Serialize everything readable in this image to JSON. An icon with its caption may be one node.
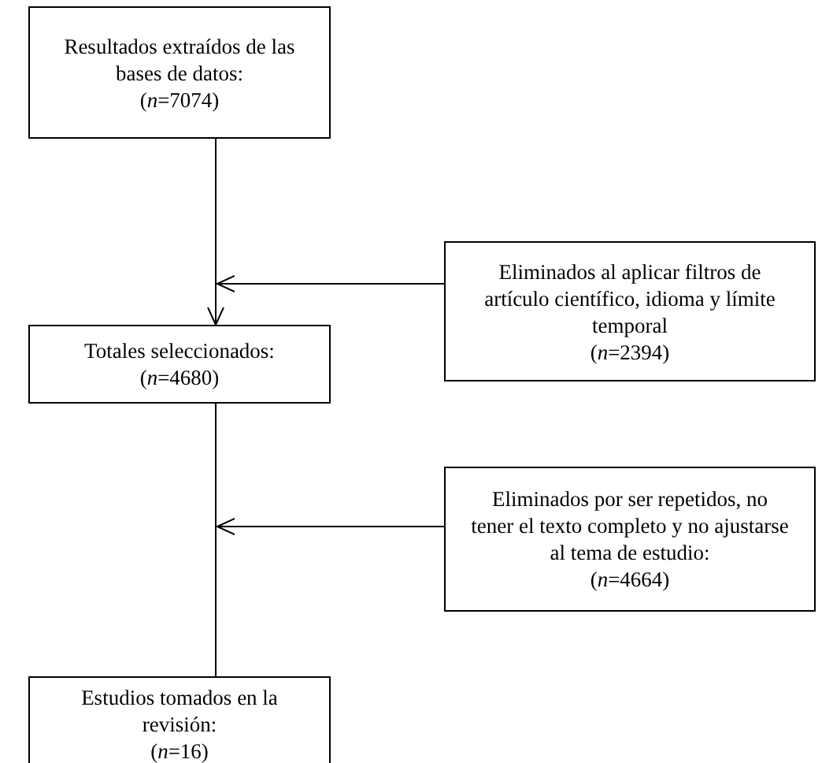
{
  "diagram": {
    "nodes": [
      {
        "text": [
          "Resultados extraídos de las bases de datos:",
          "(*n*=7074)"
        ]
      },
      {
        "text": [
          "Eliminados al aplicar filtros de artículo científico, idioma y límite temporal",
          "(*n*=2394)"
        ]
      },
      {
        "text": [
          "Totales seleccionados:",
          "(*n*=4680)"
        ]
      },
      {
        "text": [
          "Eliminados por ser repetidos, no tener el texto completo y no ajustarse al tema de estudio:",
          "(*n*=4664)"
        ]
      },
      {
        "text": [
          "Estudios tomados en la revisión:",
          "(*n*=16)"
        ]
      }
    ],
    "edges": [
      {
        "from": 0,
        "to": 2,
        "arrow": "to"
      },
      {
        "from": 1,
        "to": null,
        "arrow": "to"
      },
      {
        "from": 2,
        "to": 4,
        "arrow": "none"
      },
      {
        "from": 3,
        "to": null,
        "arrow": "to"
      }
    ]
  }
}
